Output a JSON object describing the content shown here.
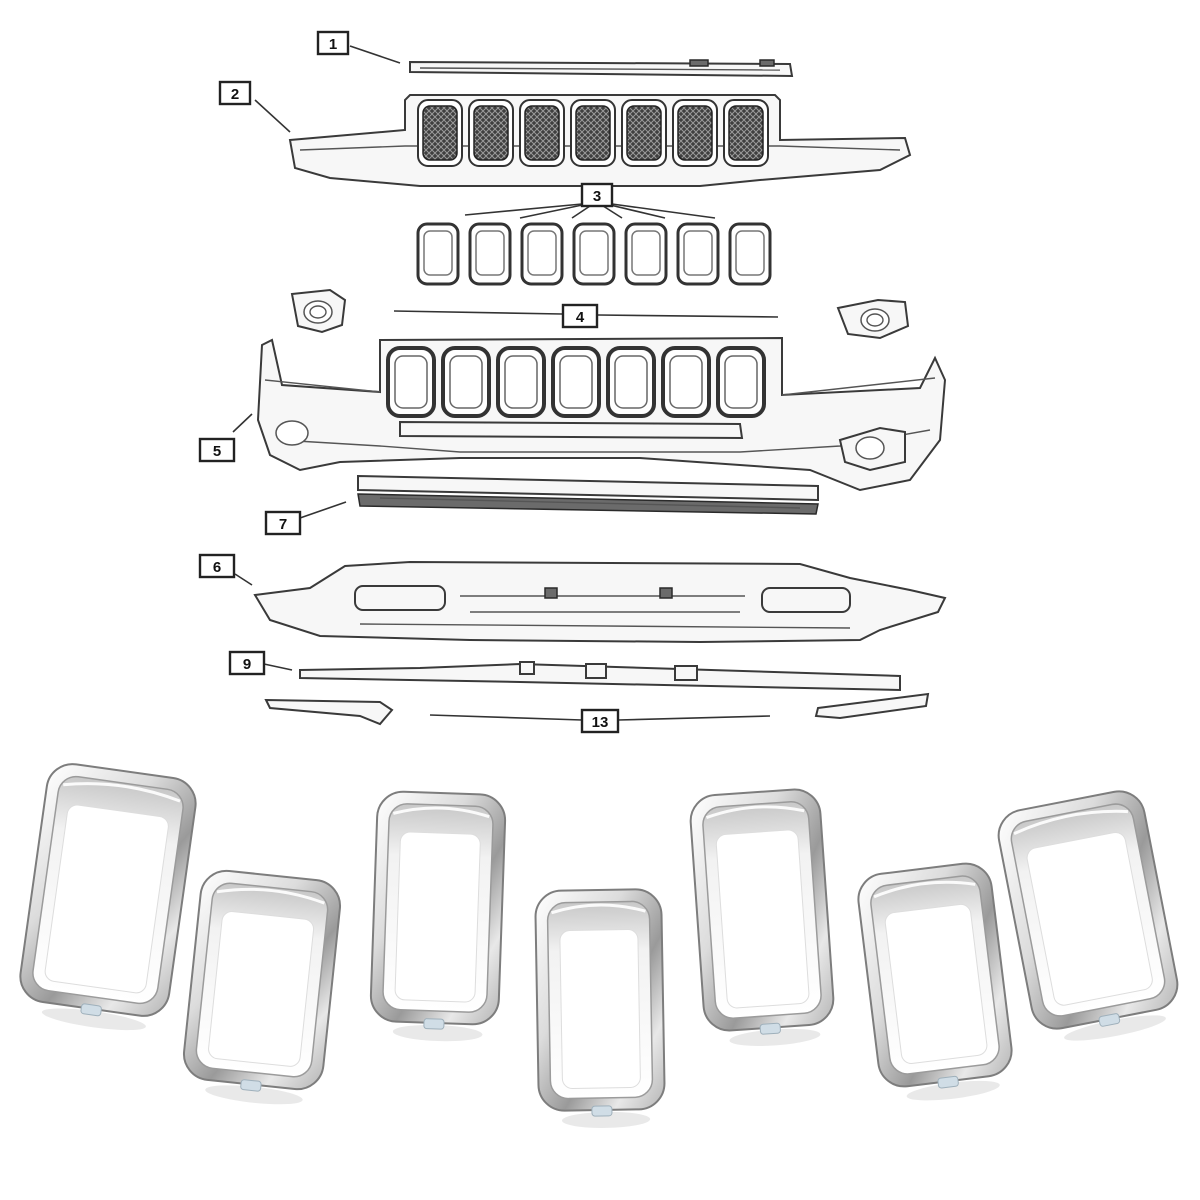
{
  "diagram": {
    "callouts": [
      {
        "id": "c1",
        "label": "1"
      },
      {
        "id": "c2",
        "label": "2"
      },
      {
        "id": "c3",
        "label": "3"
      },
      {
        "id": "c4",
        "label": "4"
      },
      {
        "id": "c5",
        "label": "5"
      },
      {
        "id": "c7",
        "label": "7"
      },
      {
        "id": "c6",
        "label": "6"
      },
      {
        "id": "c9",
        "label": "9"
      },
      {
        "id": "c13",
        "label": "13"
      }
    ]
  },
  "colors": {
    "line_art": "#3a3a3a",
    "mesh": "#5a5a5a",
    "chrome_light": "#f4f4f4",
    "chrome_mid": "#c9c9c9",
    "chrome_dark": "#8a8a8a"
  },
  "photo": {
    "ring_count": 7
  }
}
